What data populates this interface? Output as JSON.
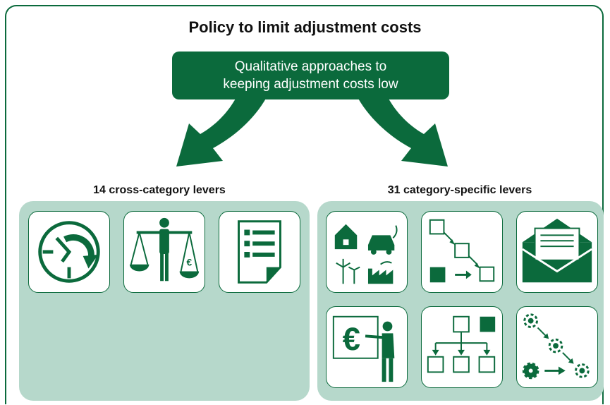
{
  "title": "Policy to limit adjustment costs",
  "top_box": {
    "line1": "Qualitative approaches to",
    "line2": "keeping adjustment costs low"
  },
  "left_group": {
    "label": "14 cross-category levers",
    "icons": [
      "clock-turn-back-icon",
      "balance-scale-euro-icon",
      "document-list-icon"
    ]
  },
  "right_group": {
    "label": "31 category-specific levers",
    "icons": [
      "categories-icon",
      "stepwise-process-icon",
      "envelope-letter-icon",
      "euro-presentation-icon",
      "hierarchy-chart-icon",
      "gears-process-icon"
    ]
  },
  "colors": {
    "green": "#0b6a3c",
    "panel": "#b6d8cb"
  }
}
